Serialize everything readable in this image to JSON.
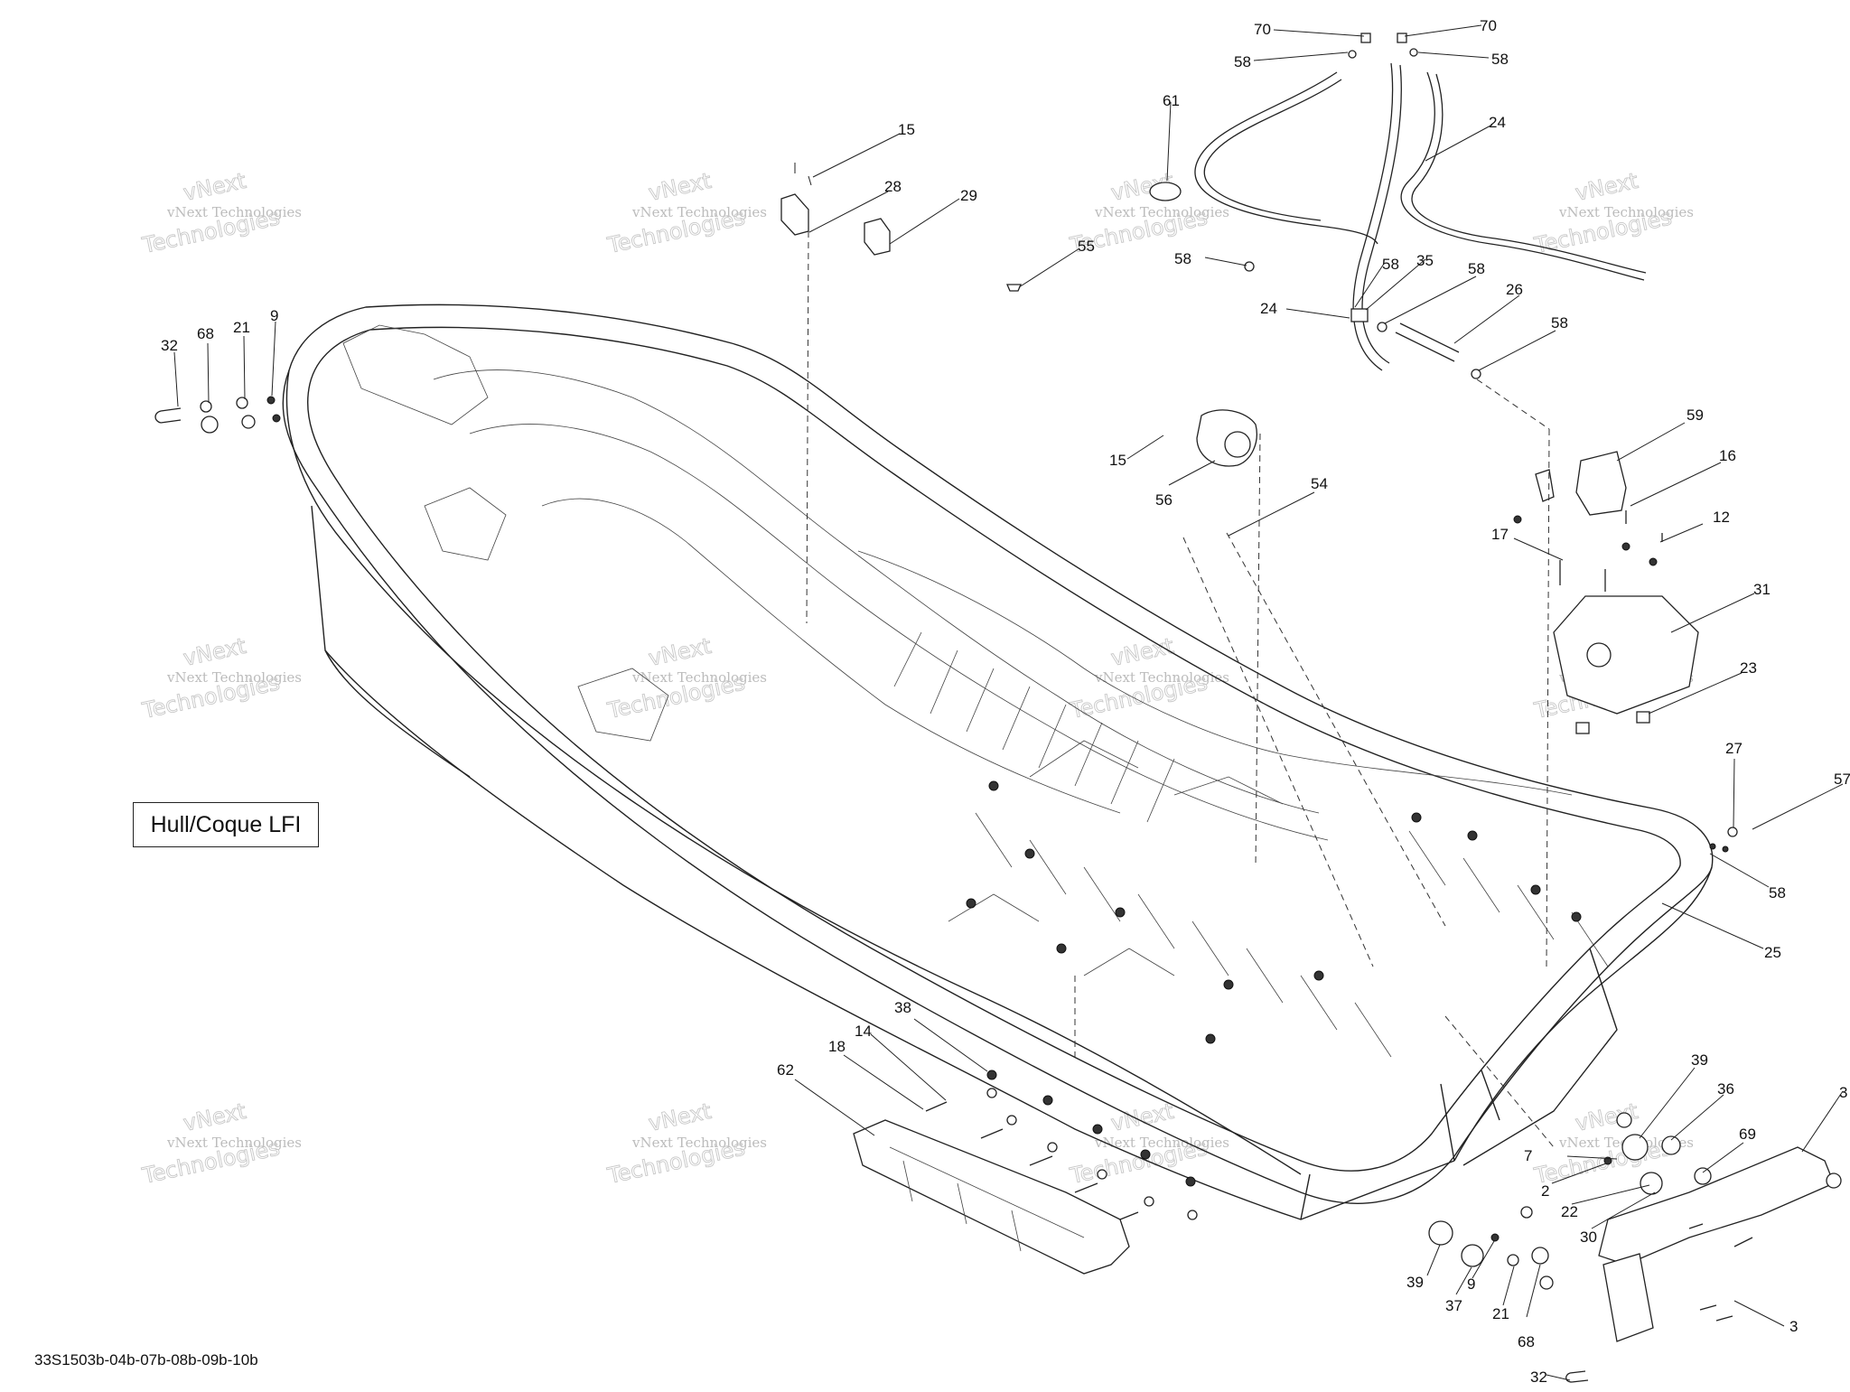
{
  "diagram": {
    "title_box": "Hull/Coque LFI",
    "footer_code": "33S1503b-04b-07b-08b-09b-10b",
    "watermark_line1": "vNext Technologies",
    "watermark_line2": "vNext",
    "watermark_line3": "Technologies",
    "callouts": [
      "70",
      "70",
      "58",
      "58",
      "61",
      "24",
      "15",
      "28",
      "29",
      "55",
      "58",
      "58",
      "35",
      "58",
      "26",
      "24",
      "58",
      "32",
      "68",
      "21",
      "9",
      "15",
      "56",
      "54",
      "59",
      "16",
      "12",
      "17",
      "31",
      "23",
      "27",
      "57",
      "58",
      "25",
      "38",
      "14",
      "18",
      "62",
      "39",
      "36",
      "7",
      "69",
      "2",
      "22",
      "30",
      "39",
      "9",
      "37",
      "21",
      "68",
      "3",
      "32",
      "3"
    ]
  }
}
